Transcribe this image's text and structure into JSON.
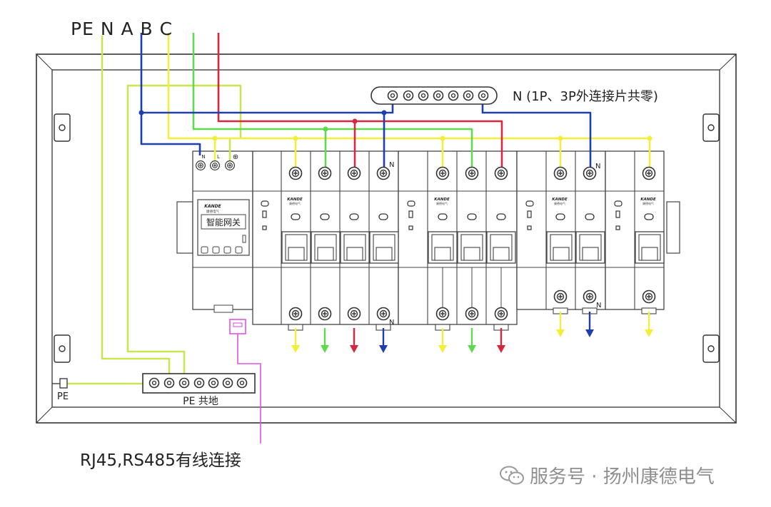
{
  "labels": {
    "phase_letters": "PE N A B C",
    "pe_ground_bar": "PE 共地",
    "pe_terminal": "PE",
    "neutral_bar": "N (1P、3P外连接片共零)",
    "rj45": "RJ45,RS485有线连接",
    "gateway_screen": "智能网关",
    "brand": "KANDE",
    "brand_sub": "康德电气",
    "gateway_terminals": [
      "N",
      "L",
      "⊕"
    ],
    "n_mark": "N"
  },
  "watermark": {
    "text": "服务号 · 扬州康德电气",
    "icon": "wechat-icon"
  },
  "colors": {
    "pe": "#c8e650",
    "neutral": "#1f3fae",
    "phase_a": "#f2ee3a",
    "phase_b": "#5fd94d",
    "phase_c": "#d4283c",
    "signal": "#e055e0",
    "outline": "#333333"
  }
}
